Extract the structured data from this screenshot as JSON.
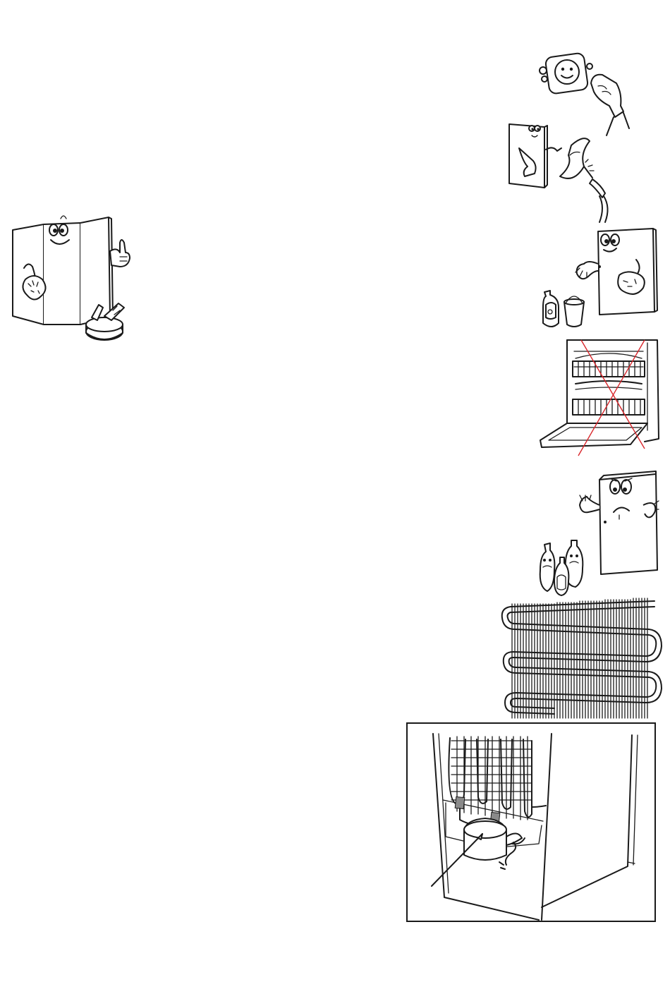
{
  "page": {
    "illustrations": [
      {
        "id": "socket-unplug",
        "icon": "plug-socket-hand-icon"
      },
      {
        "id": "fridge-defrost-hairdryer",
        "icon": "hairdryer-fridge-icon"
      },
      {
        "id": "fridge-cleaning-thumbs-up",
        "icon": "open-fridge-cleaning-icon"
      },
      {
        "id": "fridge-wash-detergent",
        "icon": "fridge-bucket-detergent-icon"
      },
      {
        "id": "no-dishwasher",
        "icon": "dishwasher-crossed-icon"
      },
      {
        "id": "fridge-worried-chemicals",
        "icon": "worried-fridge-bottles-icon"
      },
      {
        "id": "condenser-coil",
        "icon": "condenser-coil-icon"
      },
      {
        "id": "rear-compressor-view",
        "icon": "fridge-rear-compressor-icon"
      }
    ],
    "colors": {
      "ink": "#1a1a1a",
      "cross": "#d9262b",
      "background": "#ffffff"
    }
  }
}
